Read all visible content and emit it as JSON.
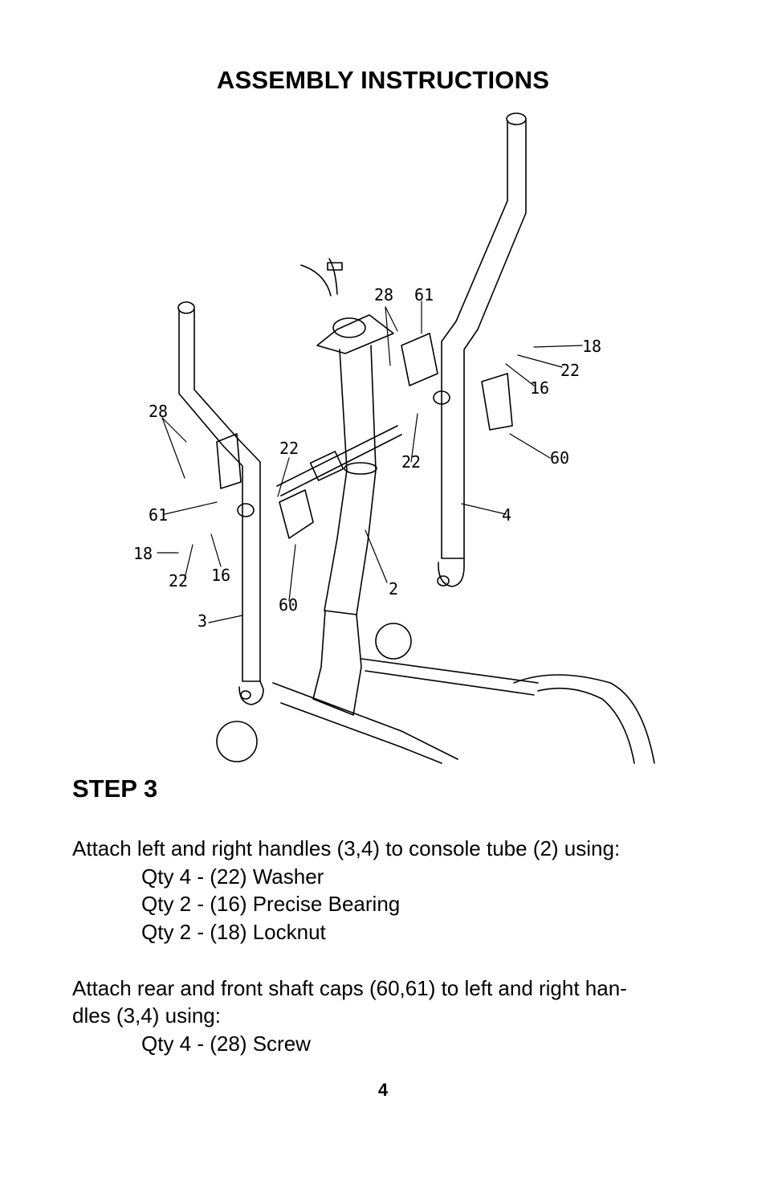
{
  "page": {
    "title": "ASSEMBLY INSTRUCTIONS",
    "step_heading": "STEP 3",
    "page_number": "4"
  },
  "diagram": {
    "callouts": {
      "c28_top": "28",
      "c61_top": "61",
      "c18_right": "18",
      "c22_right": "22",
      "c16_right": "16",
      "c60_right": "60",
      "c22_mid_right": "22",
      "c4": "4",
      "c28_left": "28",
      "c22_mid_left": "22",
      "c61_left": "61",
      "c18_left": "18",
      "c22_left": "22",
      "c16_left": "16",
      "c60_left": "60",
      "c3": "3",
      "c2": "2"
    }
  },
  "instructions": {
    "para1": "Attach left and right handles (3,4) to console tube (2) using:",
    "para1_items": [
      "Qty 4 - (22) Washer",
      "Qty 2 - (16) Precise Bearing",
      "Qty 2 - (18) Locknut"
    ],
    "para2_line1": "Attach rear and front shaft caps (60,61) to left and right han-",
    "para2_line2": "dles (3,4) using:",
    "para2_items": [
      "Qty 4 - (28) Screw"
    ]
  }
}
